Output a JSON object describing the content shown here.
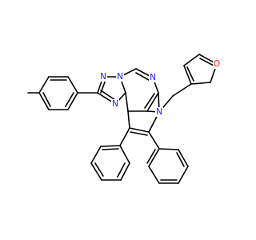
{
  "structure": {
    "colors": {
      "bond": "#000000",
      "nitrogen": "#2020ff",
      "oxygen": "#ff2020",
      "background": "#ffffff"
    },
    "atom_labels": [
      {
        "id": "n-triazole-1",
        "text": "N",
        "element": "N"
      },
      {
        "id": "n-triazole-2",
        "text": "N",
        "element": "N"
      },
      {
        "id": "n-triazole-bridge",
        "text": "N",
        "element": "N"
      },
      {
        "id": "n-pyrimidine",
        "text": "N",
        "element": "N"
      },
      {
        "id": "n-pyrrole",
        "text": "N",
        "element": "N"
      },
      {
        "id": "o-furan",
        "text": "O",
        "element": "O"
      }
    ]
  }
}
